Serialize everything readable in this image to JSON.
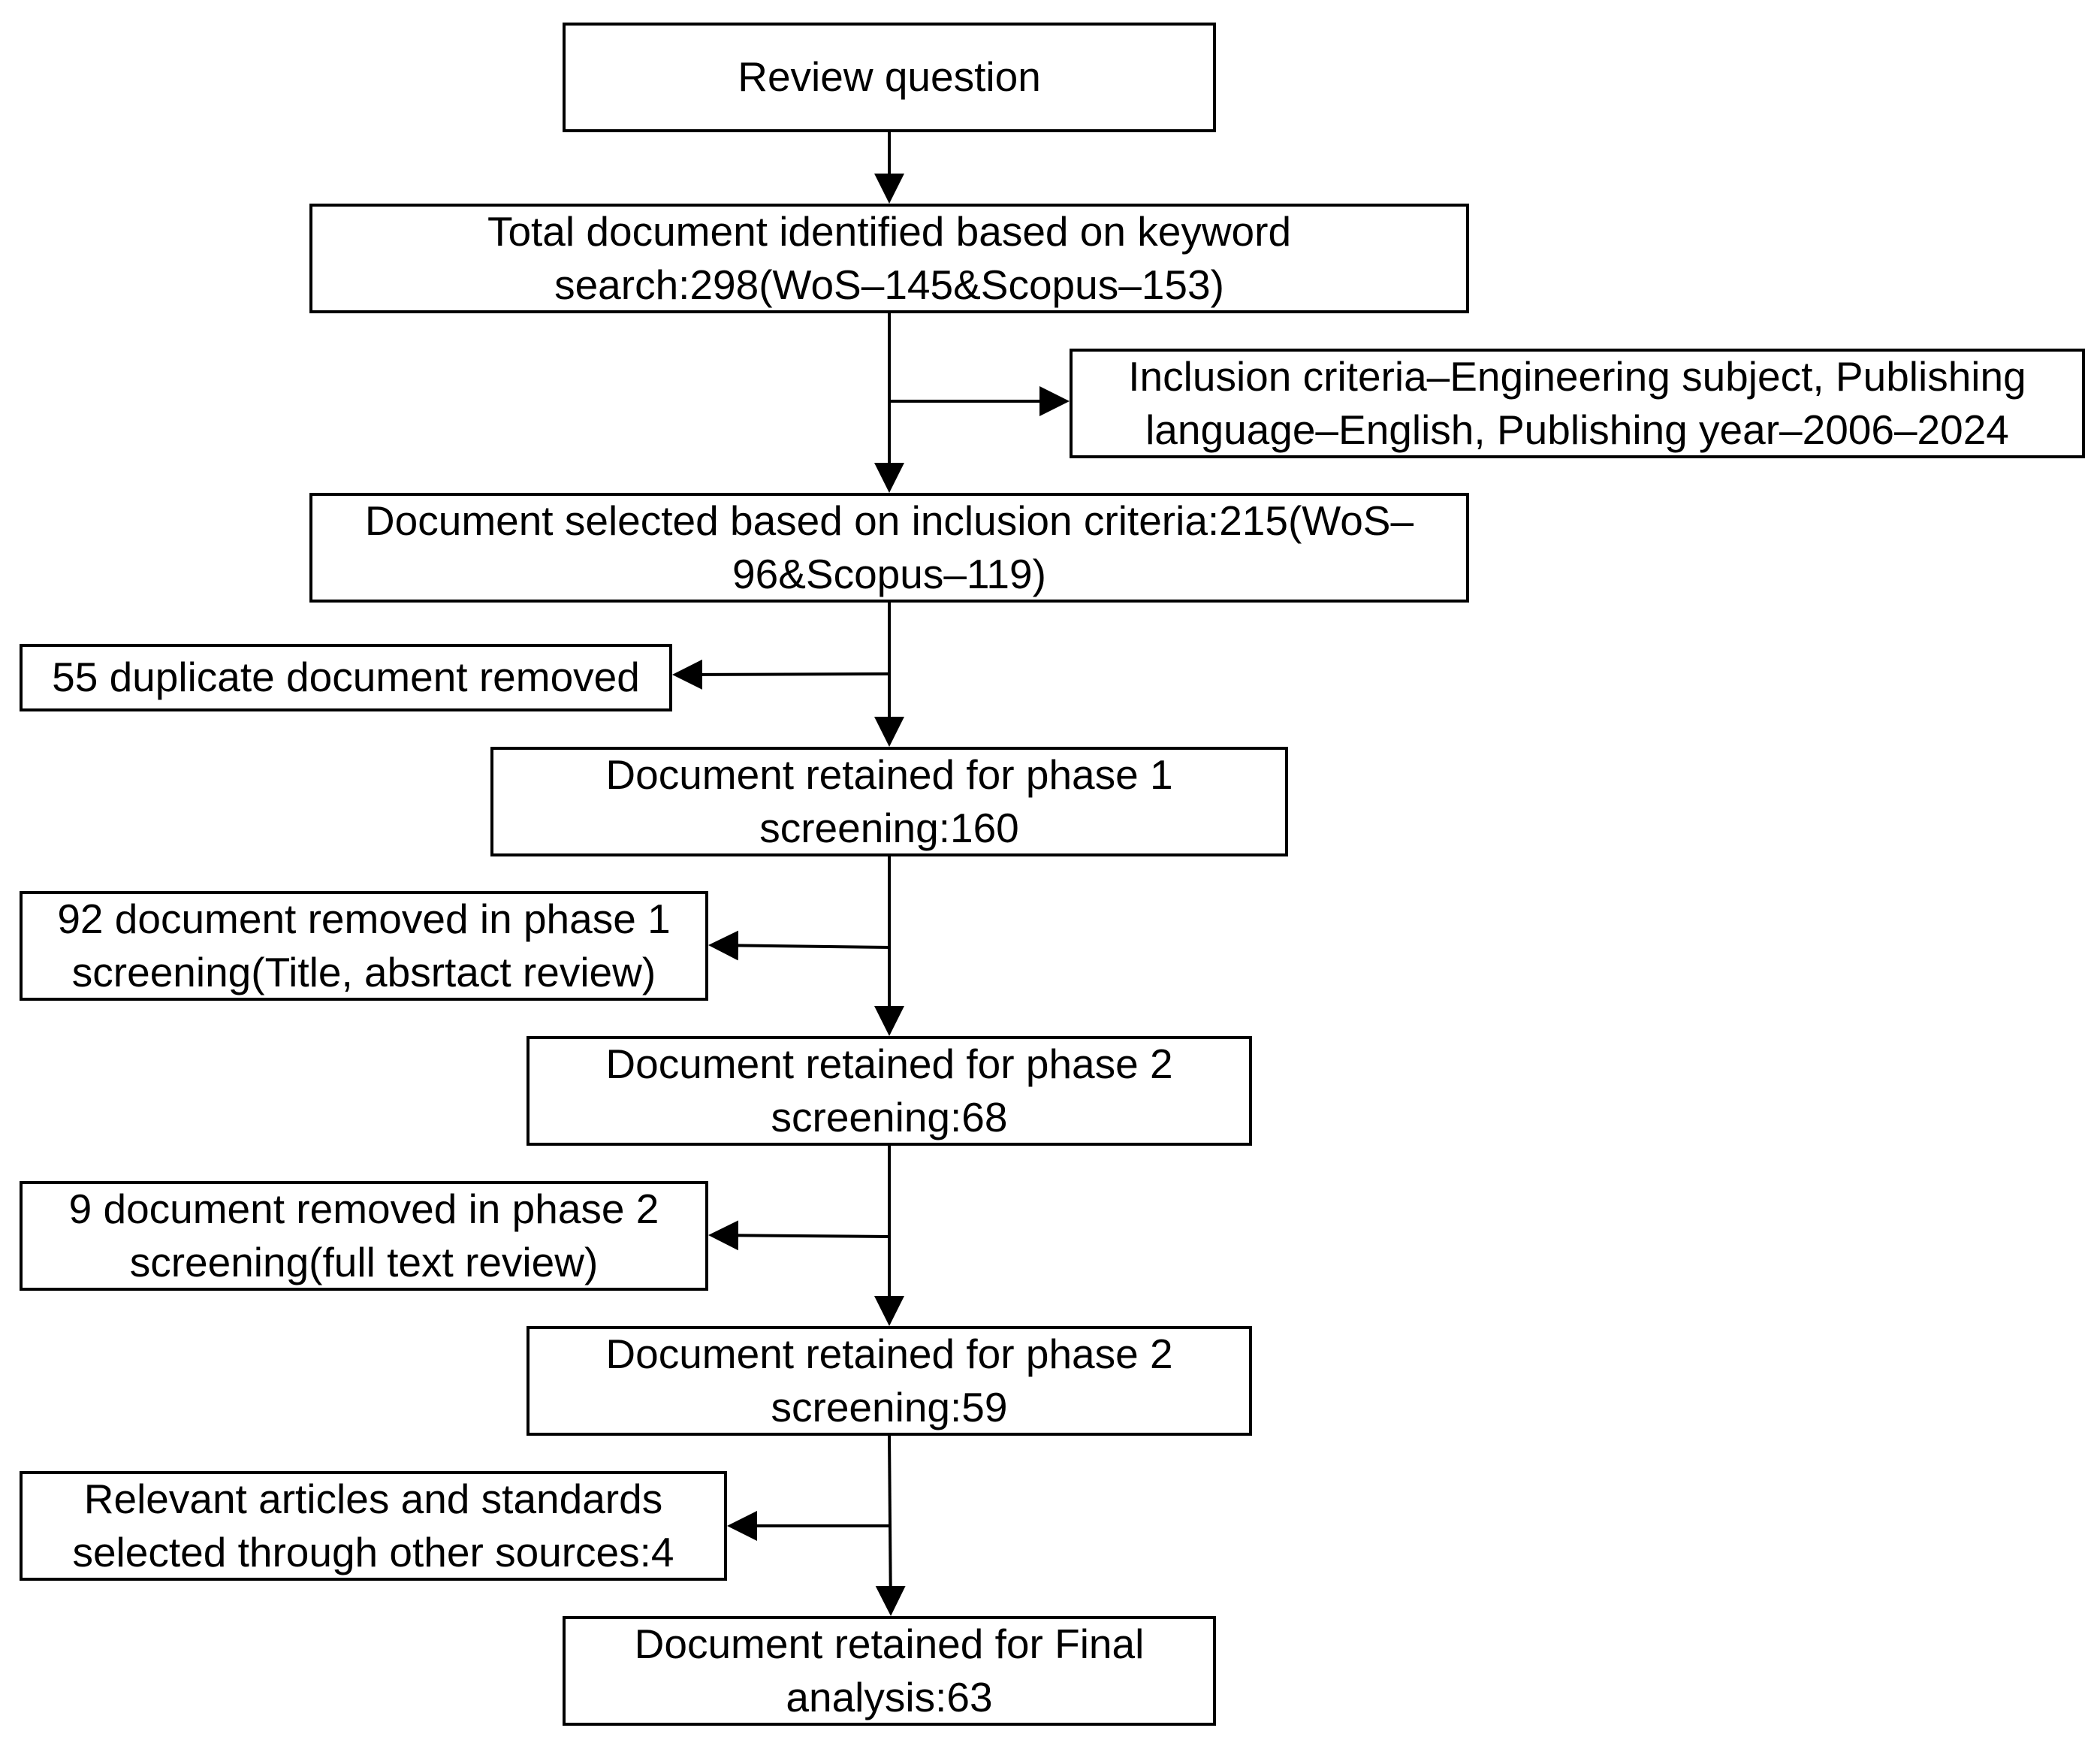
{
  "colors": {
    "stroke": "#000000",
    "box_fill": "#ffffff",
    "background": "#ffffff"
  },
  "nodes": {
    "review_question": "Review question",
    "identified": "Total document identified based on keyword\nsearch:298(WoS–145&Scopus–153)",
    "inclusion_criteria": "Inclusion criteria–Engineering subject, Publishing\nlanguage–English, Publishing year–2006–2024",
    "selected": "Document selected based on inclusion criteria:215(WoS–\n96&Scopus–119)",
    "duplicates_removed": "55 duplicate document removed",
    "phase1_retained": "Document retained for phase 1\nscreening:160",
    "phase1_removed": "92 document removed in phase 1\nscreening(Title, absrtact review)",
    "phase2_retained": "Document retained for phase 2\nscreening:68",
    "phase2_removed": "9 document removed in phase 2\nscreening(full text review)",
    "phase2_retained_b": "Document retained for phase 2\nscreening:59",
    "other_sources": "Relevant articles and standards\nselected through other sources:4",
    "final": "Document retained for Final\nanalysis:63"
  }
}
